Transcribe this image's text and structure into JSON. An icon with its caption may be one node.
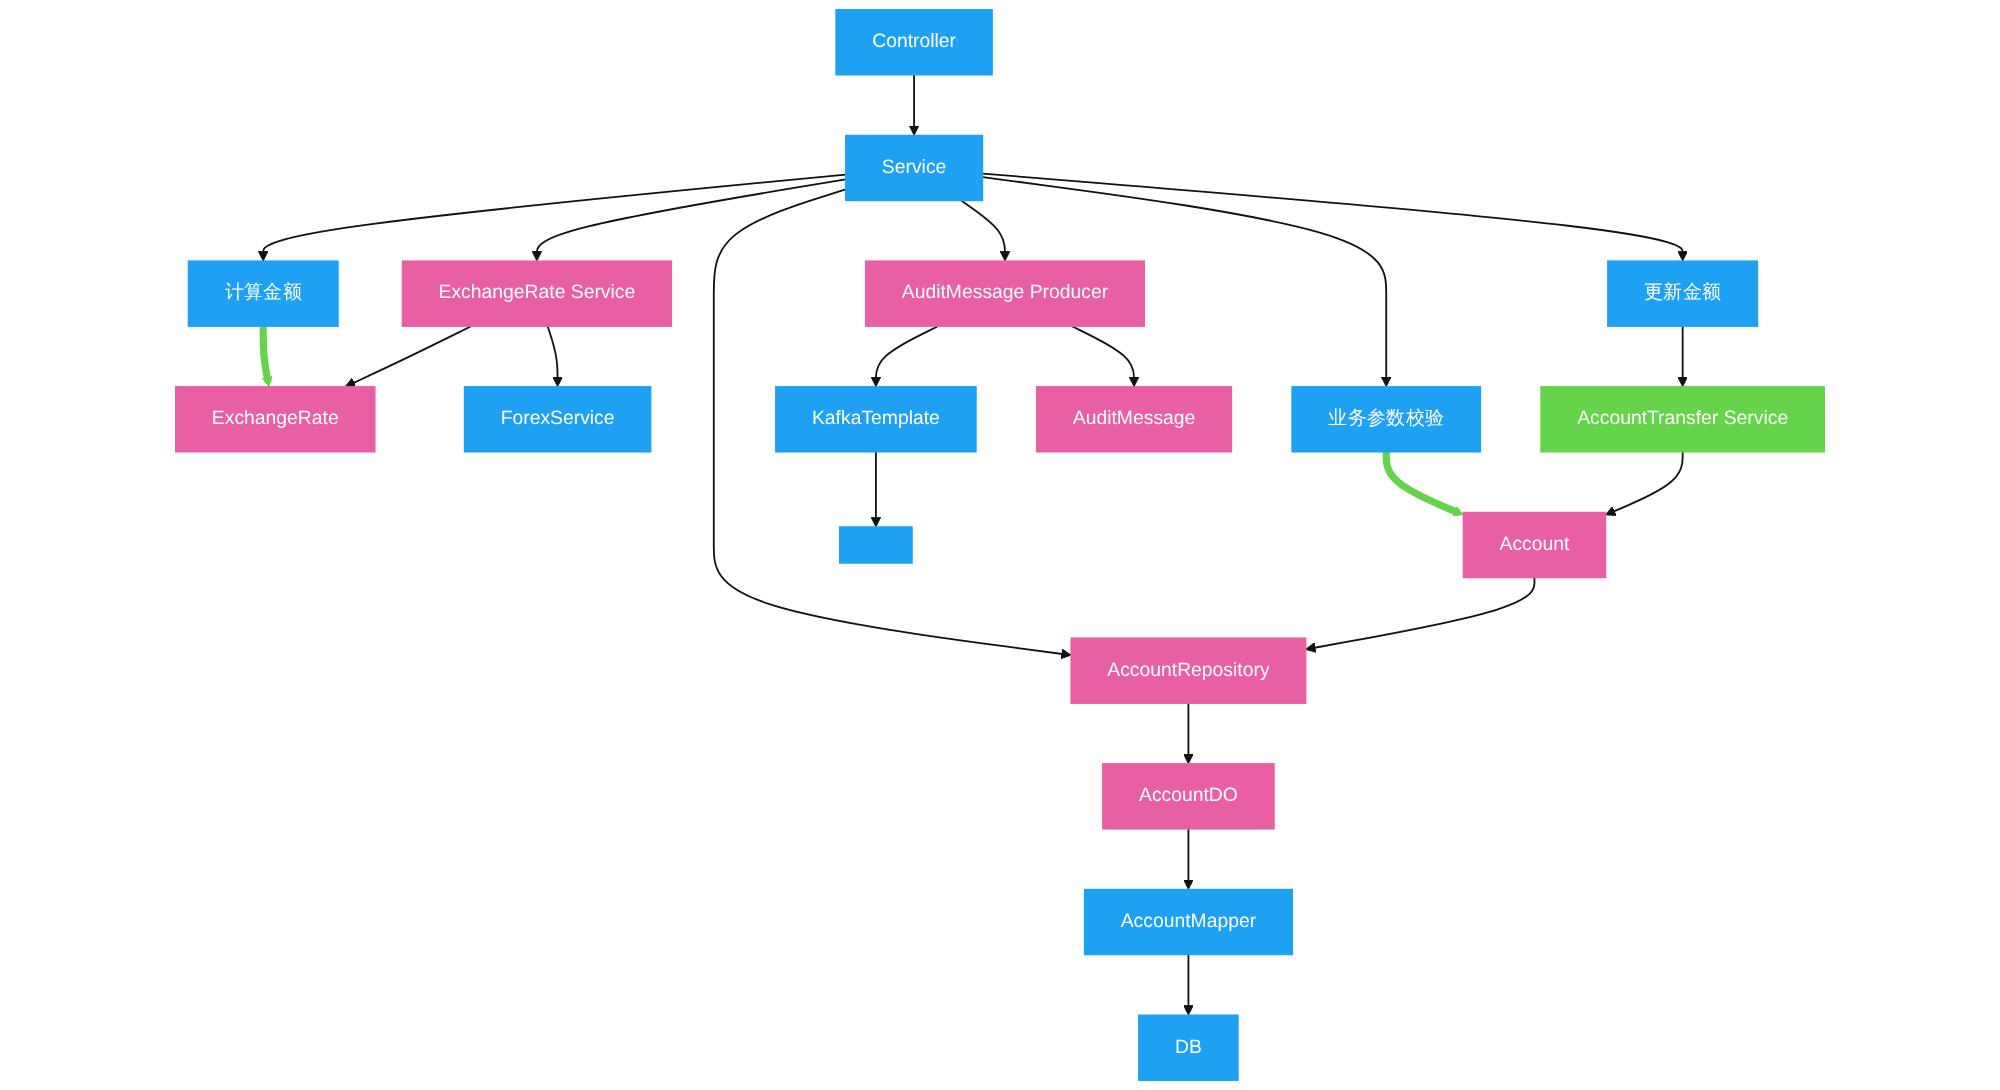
{
  "diagram": {
    "nodes": [
      {
        "text": [
          "Controller"
        ]
      },
      {
        "text": [
          "Service"
        ]
      },
      {
        "text": [
          "计算金额"
        ]
      },
      {
        "text": [
          "ExchangeRate"
        ]
      },
      {
        "text": [
          "更新金额"
        ]
      },
      {
        "text": [
          "业务参数校验"
        ]
      },
      {
        "text": [
          "AccountTransfer Service"
        ]
      },
      {
        "text": [
          "AccountRepository"
        ]
      },
      {
        "text": [
          "Account"
        ]
      },
      {
        "text": [
          "AuditMessage Producer"
        ]
      },
      {
        "text": [
          "AuditMessage"
        ]
      },
      {
        "text": [
          "ExchangeRate Service"
        ]
      },
      {
        "text": [
          "AccountMapper"
        ]
      },
      {
        "text": [
          "AccountDO"
        ]
      },
      {
        "text": [
          "KafkaTemplate"
        ]
      },
      {
        "text": [
          "DB"
        ]
      },
      {
        "text": [],
        "shape": "box"
      },
      {
        "text": [
          "ForexService"
        ]
      }
    ],
    "edges": [
      {
        "from": 0,
        "to": 1,
        "arrow": "to"
      },
      {
        "from": 1,
        "to": 2,
        "arrow": "to"
      },
      {
        "from": 2,
        "to": 3,
        "arrow": "to",
        "style": "thick",
        "color": "#66d44a"
      },
      {
        "from": 1,
        "to": 4,
        "arrow": "to"
      },
      {
        "from": 1,
        "to": 5,
        "arrow": "to"
      },
      {
        "from": 1,
        "to": 7,
        "arrow": "to"
      },
      {
        "from": 1,
        "to": 9,
        "arrow": "to"
      },
      {
        "from": 1,
        "to": 11,
        "arrow": "to"
      },
      {
        "from": 4,
        "to": 6,
        "arrow": "to"
      },
      {
        "from": 5,
        "to": 8,
        "arrow": "to",
        "style": "thick",
        "color": "#66d44a"
      },
      {
        "from": 6,
        "to": 8,
        "arrow": "to"
      },
      {
        "from": 8,
        "to": 7,
        "arrow": "to"
      },
      {
        "from": 7,
        "to": 13,
        "arrow": "to"
      },
      {
        "from": 13,
        "to": 12,
        "arrow": "to"
      },
      {
        "from": 12,
        "to": 15,
        "arrow": "to"
      },
      {
        "from": 9,
        "to": 10,
        "arrow": "to"
      },
      {
        "from": 9,
        "to": 14,
        "arrow": "to"
      },
      {
        "from": 14,
        "to": 16,
        "arrow": "to"
      },
      {
        "from": 11,
        "to": 3,
        "arrow": "to"
      },
      {
        "from": 11,
        "to": 17,
        "arrow": "to"
      }
    ]
  }
}
